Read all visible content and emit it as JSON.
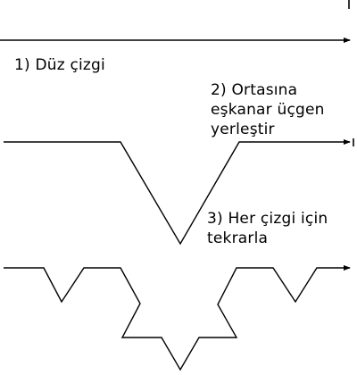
{
  "diagram": {
    "stroke_color": "#000000",
    "background_color": "#ffffff",
    "steps": [
      {
        "label": "1) Düz çizgi"
      },
      {
        "label": "2) Ortasına\neşkanar üçgen\nyerleştir"
      },
      {
        "label": "3) Her çizgi için\ntekrarla"
      }
    ]
  }
}
